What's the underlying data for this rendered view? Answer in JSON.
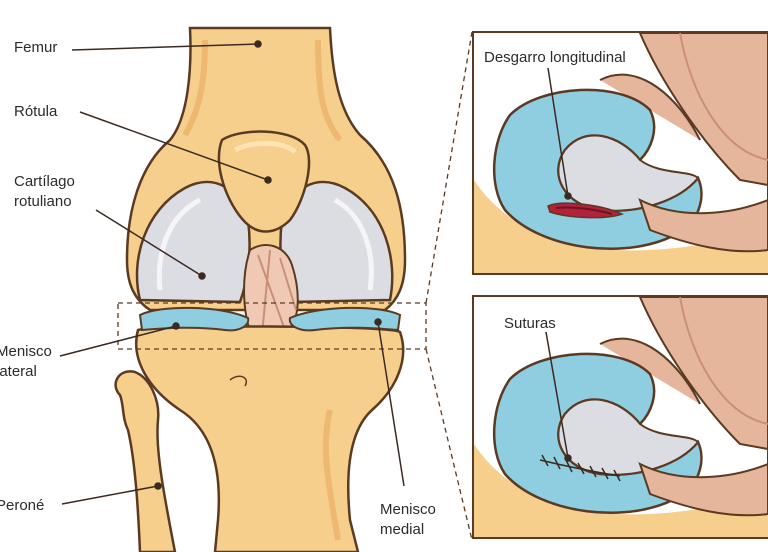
{
  "labels": {
    "femur": "Femur",
    "rotula": "Rótula",
    "cartilago_line1": "Cartílago",
    "cartilago_line2": "rotuliano",
    "menisco_lateral_line1": "Menisco",
    "menisco_lateral_line2": "lateral",
    "perone": "Peroné",
    "menisco_medial_line1": "Menisco",
    "menisco_medial_line2": "medial",
    "desgarro": "Desgarro longitudinal",
    "suturas": "Suturas"
  },
  "colors": {
    "bone": "#f7cf8c",
    "bone_outline": "#5a3a22",
    "cartilage": "#dcdde3",
    "meniscus": "#8fcde0",
    "ligament": "#e6b69c",
    "tear": "#b3223b",
    "leader_line": "#3a2a22"
  }
}
